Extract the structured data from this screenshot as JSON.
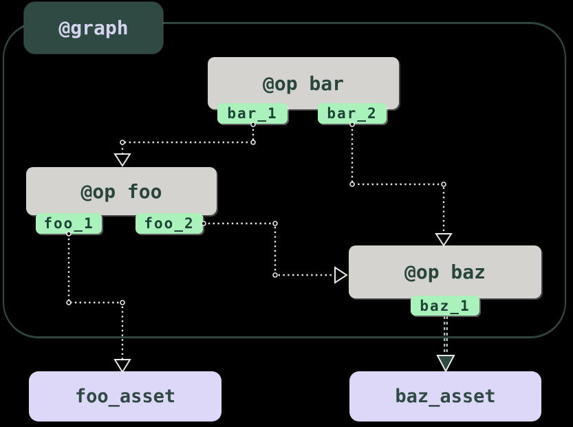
{
  "diagram": {
    "kind": "op-graph-lineage",
    "graph_label": "@graph",
    "nodes": [
      {
        "label": "@op bar",
        "outputs": [
          "bar_1",
          "bar_2"
        ]
      },
      {
        "label": "@op foo",
        "outputs": [
          "foo_1",
          "foo_2"
        ]
      },
      {
        "label": "@op baz",
        "outputs": [
          "baz_1"
        ]
      }
    ],
    "assets": [
      {
        "label": "foo_asset"
      },
      {
        "label": "baz_asset"
      }
    ],
    "edges": [
      {
        "from": "bar_1",
        "to": "@op foo",
        "style": "dotted",
        "arrow": "open"
      },
      {
        "from": "bar_2",
        "to": "@op baz",
        "style": "dotted",
        "arrow": "open"
      },
      {
        "from": "foo_2",
        "to": "@op baz",
        "style": "dotted",
        "arrow": "open"
      },
      {
        "from": "foo_1",
        "to": "foo_asset",
        "style": "dotted",
        "arrow": "open"
      },
      {
        "from": "baz_1",
        "to": "baz_asset",
        "style": "dotted-dark",
        "arrow": "filled"
      }
    ],
    "colors": {
      "background": "#000000",
      "graph_badge": "#2e4a42",
      "graph_badge_text": "#d6d3f0",
      "graph_border": "#2a4c41",
      "op_node": "#d5d3d0",
      "output_tab": "#a9f2bc",
      "asset_node": "#ddd8f7",
      "ink": "#29463d",
      "edge": "#e9e9e9"
    }
  }
}
